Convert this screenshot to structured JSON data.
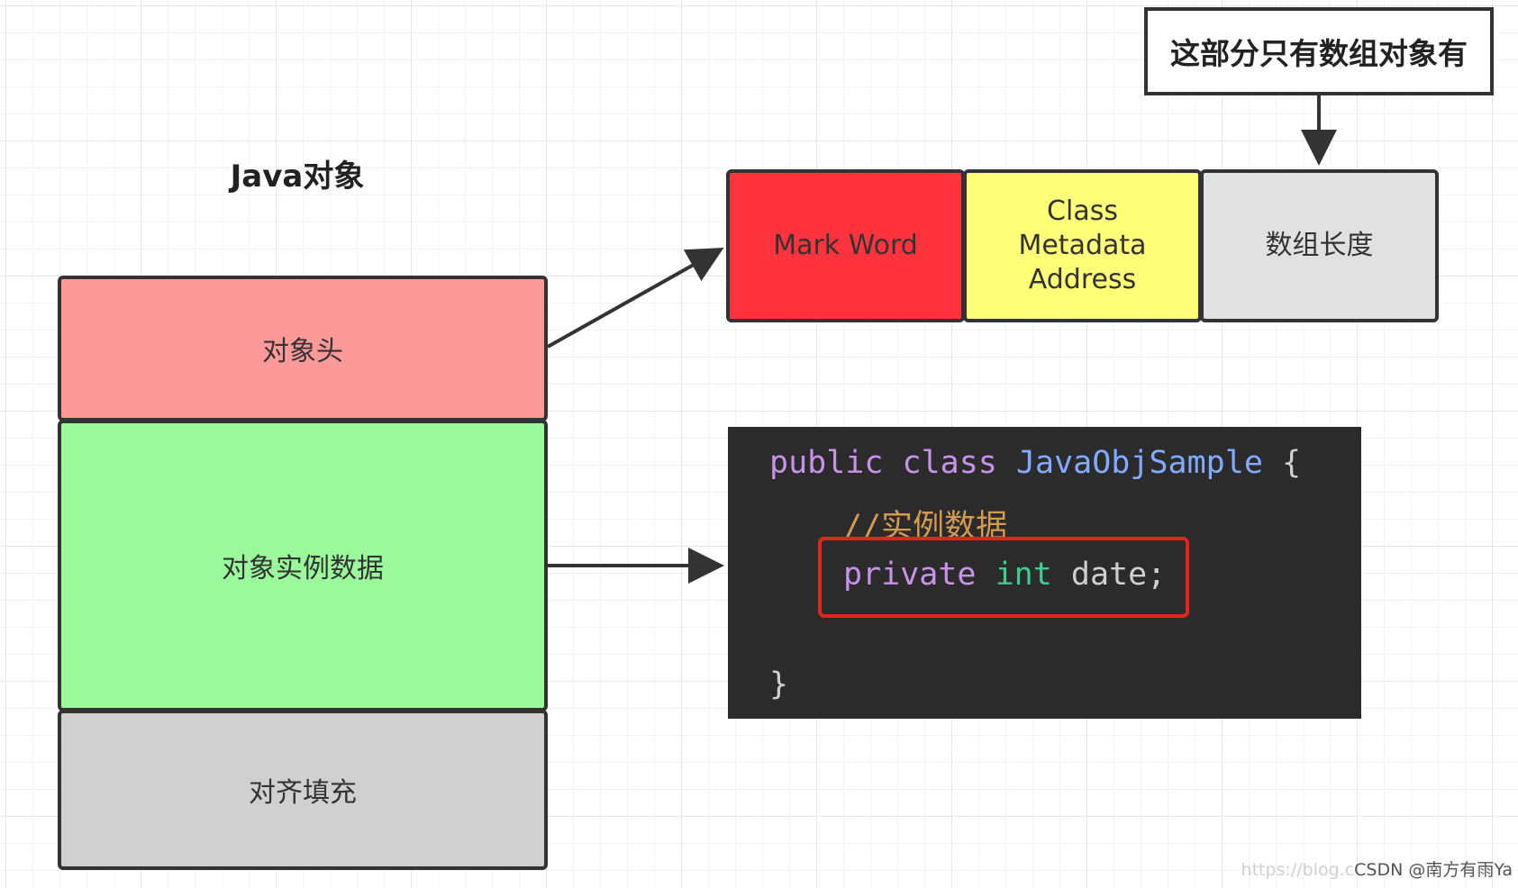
{
  "diagram": {
    "title": "Java对象",
    "object_layout": {
      "header": "对象头",
      "instance_data": "对象实例数据",
      "padding": "对齐填充"
    },
    "object_header_parts": {
      "mark_word": "Mark Word",
      "class_metadata": "Class Metadata Address",
      "array_length": "数组长度"
    },
    "note": "这部分只有数组对象有",
    "code": {
      "kw_public": "public",
      "kw_class": "class",
      "class_name": "JavaObjSample",
      "open_brace": "{",
      "comment": "//实例数据",
      "kw_private": "private",
      "type_int": "int",
      "field": "date;",
      "close_brace": "}"
    },
    "colors": {
      "header_fill": "#fe9999",
      "instance_fill": "#9af99a",
      "padding_fill": "#d0d0d0",
      "mark_word_fill": "#ff333d",
      "class_meta_fill": "#ffff77",
      "array_length_fill": "#e1e1e1",
      "code_background": "#2b2b2b",
      "highlight_border": "#e0251f"
    }
  },
  "watermark": {
    "faded_part": "https://blog.c",
    "text": "CSDN @南方有雨Ya"
  }
}
